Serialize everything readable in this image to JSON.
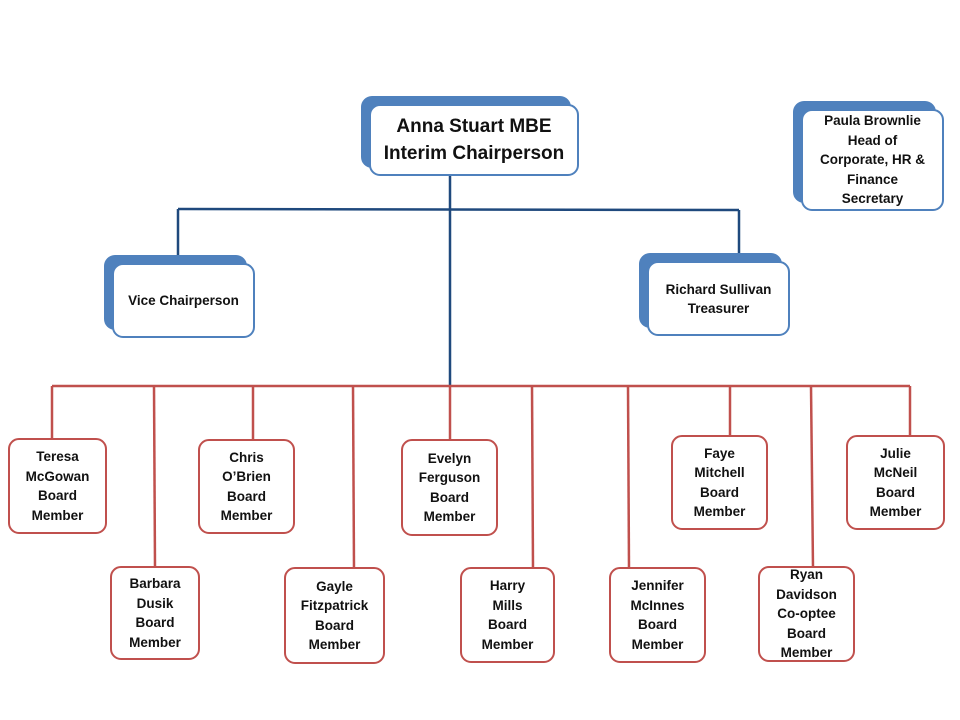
{
  "colors": {
    "leadership_accent": "#4f81bd",
    "leadership_connector": "#1f497d",
    "board_accent": "#c0504d"
  },
  "chair": {
    "lines": [
      "Anna Stuart  MBE",
      "Interim Chairperson"
    ]
  },
  "vice_chair": {
    "lines": [
      "Vice Chairperson"
    ]
  },
  "treasurer": {
    "lines": [
      "Richard Sullivan",
      "Treasurer"
    ]
  },
  "secretary": {
    "lines": [
      "Paula Brownlie",
      "Head of",
      "Corporate, HR &",
      "Finance",
      "Secretary"
    ]
  },
  "board_members": [
    {
      "lines": [
        "Teresa",
        "McGowan",
        "Board",
        "Member"
      ]
    },
    {
      "lines": [
        "Barbara",
        "Dusik",
        "Board",
        "Member"
      ]
    },
    {
      "lines": [
        "Chris",
        "O’Brien",
        "Board",
        "Member"
      ]
    },
    {
      "lines": [
        "Gayle",
        "Fitzpatrick",
        "Board",
        "Member"
      ]
    },
    {
      "lines": [
        "Evelyn",
        "Ferguson",
        "Board",
        "Member"
      ]
    },
    {
      "lines": [
        "Harry",
        "Mills",
        "Board",
        "Member"
      ]
    },
    {
      "lines": [
        "Jennifer",
        "McInnes",
        "Board",
        "Member"
      ]
    },
    {
      "lines": [
        "Faye",
        "Mitchell",
        "Board",
        "Member"
      ]
    },
    {
      "lines": [
        "Ryan",
        "Davidson",
        "Co-optee",
        "Board",
        "Member"
      ]
    },
    {
      "lines": [
        "Julie",
        "McNeil",
        "Board",
        "Member"
      ]
    }
  ]
}
